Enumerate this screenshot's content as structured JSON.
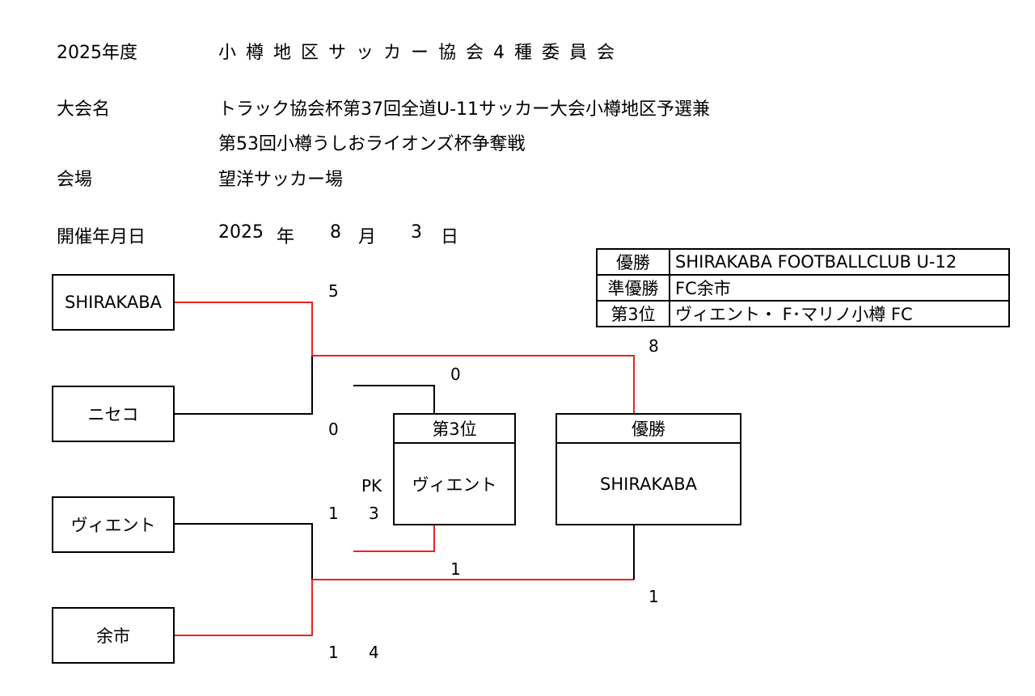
{
  "header": {
    "season": "2025年度",
    "organizer": "小樽地区サッカー協会4種委員会",
    "tournament_label": "大会名",
    "tournament_line1": "トラック協会杯第37回全道U-11サッカー大会小樽地区予選兼",
    "tournament_line2": "第53回小樽うしおライオンズ杯争奪戦",
    "venue_label": "会場",
    "venue": "望洋サッカー場",
    "date_label": "開催年月日",
    "date_year": "2025",
    "date_year_unit": "年",
    "date_month": "8",
    "date_month_unit": "月",
    "date_day": "3",
    "date_day_unit": "日"
  },
  "results": [
    {
      "rank": "優勝",
      "team": "SHIRAKABA FOOTBALLCLUB U-12"
    },
    {
      "rank": "準優勝",
      "team": " FC余市"
    },
    {
      "rank": "第3位",
      "team": "ヴィエント・ F･マリノ小樽 FC"
    }
  ],
  "teams": {
    "t1": "SHIRAKABA",
    "t2": "ニセコ",
    "t3": "ヴィエント",
    "t4": "余市"
  },
  "scores": {
    "sf1_t1": "5",
    "sf1_t2": "0",
    "sf2_t3": "1",
    "sf2_t3_pk": "3",
    "sf2_t4": "1",
    "sf2_t4_pk": "4",
    "pk_label": "PK",
    "final_top": "8",
    "final_bottom": "1",
    "third_top": "0",
    "third_bottom": "1"
  },
  "third_place_box": {
    "title": "第3位",
    "team": "ヴィエント"
  },
  "champion_box": {
    "title": "優勝",
    "team": "SHIRAKABA"
  },
  "colors": {
    "winner_line": "#e8231f",
    "line": "#000000"
  }
}
